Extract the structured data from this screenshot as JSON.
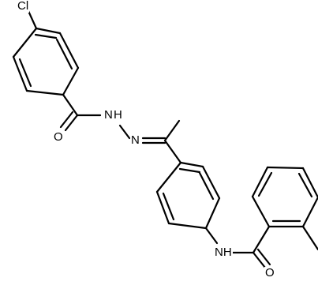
{
  "molecule": {
    "atom_labels": {
      "chlorine": "Cl",
      "hydrazide_nh": "N",
      "hydrazide_nh_h": "H",
      "imine_n": "N",
      "hydrazide_o": "O",
      "amide_nh": "NH",
      "amide_o": "O"
    }
  }
}
